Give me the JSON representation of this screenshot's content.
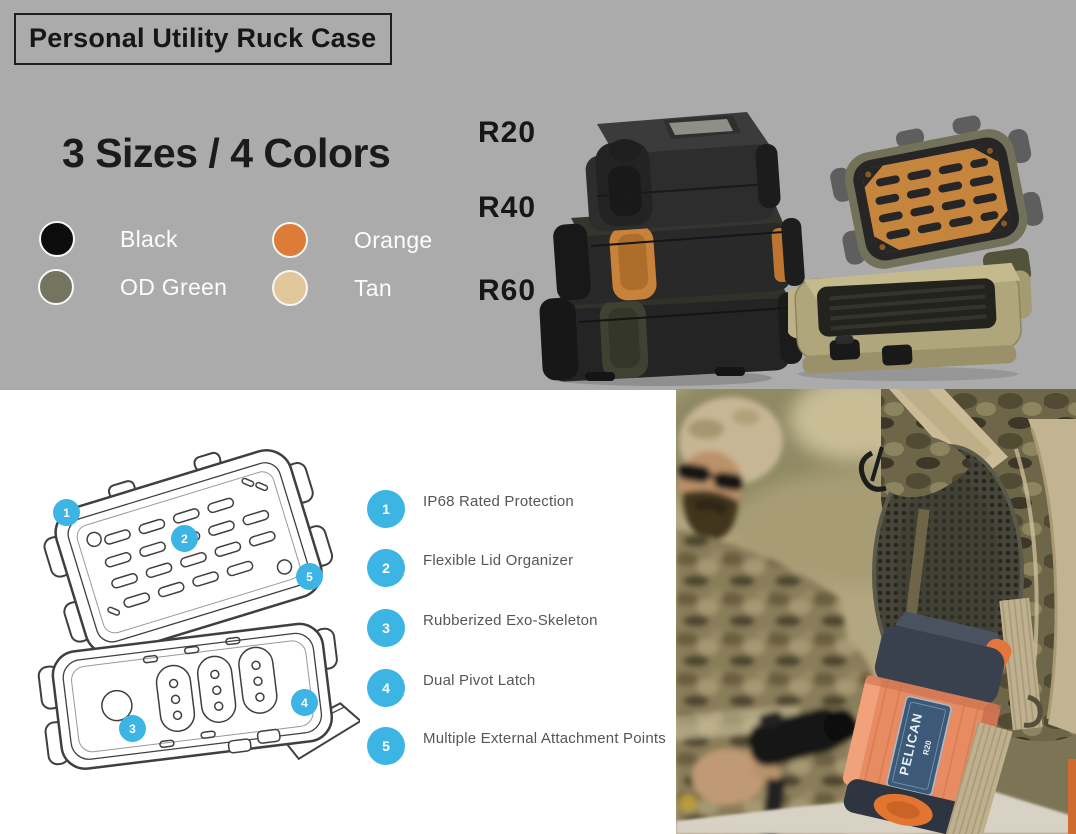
{
  "page": {
    "title": "Personal Utility Ruck Case"
  },
  "hero": {
    "background_hex": "#ababab",
    "heading": "3 Sizes / 4 Colors",
    "sizes": [
      {
        "label": "R20"
      },
      {
        "label": "R40"
      },
      {
        "label": "R60"
      }
    ],
    "colors": [
      {
        "name": "Black",
        "hex": "#0c0c0c"
      },
      {
        "name": "Orange",
        "hex": "#dd7b38"
      },
      {
        "name": "OD Green",
        "hex": "#75755f"
      },
      {
        "name": "Tan",
        "hex": "#e2c69c"
      }
    ]
  },
  "features": {
    "accent_hex": "#3cb4e4",
    "text_hex": "#55565a",
    "items": [
      {
        "num": "1",
        "label": "IP68 Rated Protection"
      },
      {
        "num": "2",
        "label": "Flexible Lid Organizer"
      },
      {
        "num": "3",
        "label": "Rubberized Exo-Skeleton"
      },
      {
        "num": "4",
        "label": "Dual Pivot Latch"
      },
      {
        "num": "5",
        "label": "Multiple External Attachment Points"
      }
    ]
  },
  "diagram": {
    "callouts": [
      {
        "num": "1"
      },
      {
        "num": "2"
      },
      {
        "num": "3"
      },
      {
        "num": "4"
      },
      {
        "num": "5"
      }
    ]
  },
  "photo": {
    "case_brand": "PELICAN",
    "case_model": "R20"
  }
}
